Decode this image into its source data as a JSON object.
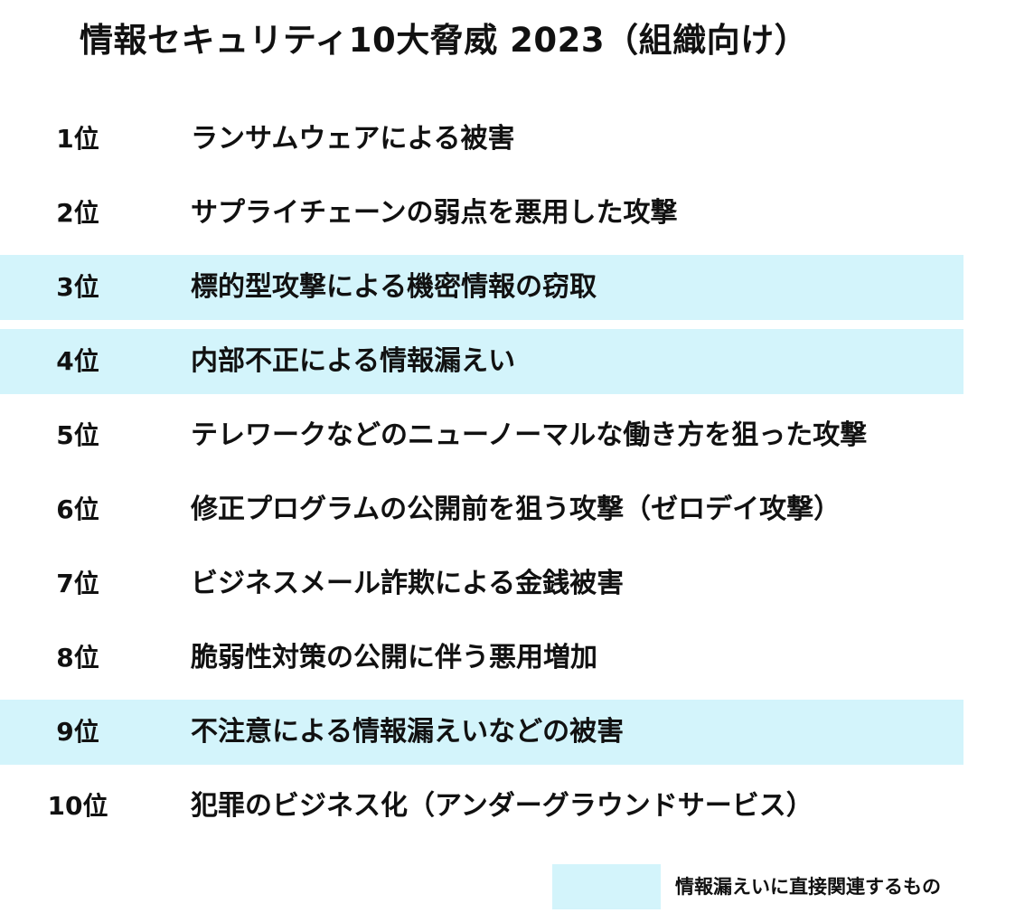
{
  "title": "情報セキュリティ10大脅威 2023（組織向け）",
  "colors": {
    "highlight": "#d3f4fb",
    "text": "#111111",
    "background": "#ffffff"
  },
  "ranks": [
    {
      "rank": "1位",
      "threat": "ランサムウェアによる被害",
      "highlight": false
    },
    {
      "rank": "2位",
      "threat": "サプライチェーンの弱点を悪用した攻撃",
      "highlight": false
    },
    {
      "rank": "3位",
      "threat": "標的型攻撃による機密情報の窃取",
      "highlight": true
    },
    {
      "rank": "4位",
      "threat": "内部不正による情報漏えい",
      "highlight": true
    },
    {
      "rank": "5位",
      "threat": "テレワークなどのニューノーマルな働き方を狙った攻撃",
      "highlight": false
    },
    {
      "rank": "6位",
      "threat": "修正プログラムの公開前を狙う攻撃（ゼロデイ攻撃）",
      "highlight": false
    },
    {
      "rank": "7位",
      "threat": "ビジネスメール詐欺による金銭被害",
      "highlight": false
    },
    {
      "rank": "8位",
      "threat": "脆弱性対策の公開に伴う悪用増加",
      "highlight": false
    },
    {
      "rank": "9位",
      "threat": "不注意による情報漏えいなどの被害",
      "highlight": true
    },
    {
      "rank": "10位",
      "threat": "犯罪のビジネス化（アンダーグラウンドサービス）",
      "highlight": false
    }
  ],
  "legend": {
    "label": "情報漏えいに直接関連するもの"
  }
}
